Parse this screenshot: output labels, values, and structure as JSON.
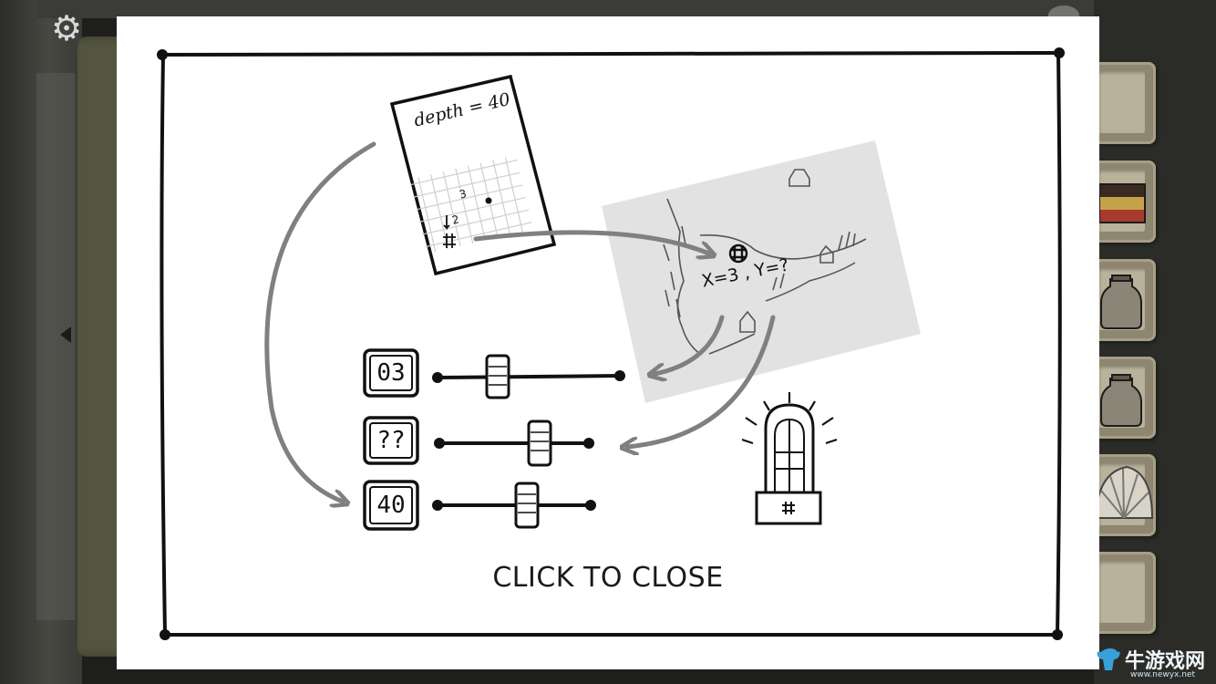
{
  "dialog": {
    "close_label": "CLICK TO CLOSE"
  },
  "note": {
    "header": "depth = 40",
    "grid_x_mark": "3",
    "grid_y_mark": "2"
  },
  "map": {
    "formula": "X=3 , Y=?"
  },
  "dials": [
    {
      "display": "03",
      "knob_fraction": 0.34
    },
    {
      "display": "??",
      "knob_fraction": 0.68
    },
    {
      "display": "40",
      "knob_fraction": 0.55
    }
  ],
  "watermark": {
    "brand": "牛游戏网",
    "url": "www.newyx.net"
  },
  "icons": {
    "settings": "gear-icon",
    "back": "left-arrow-icon"
  },
  "colors": {
    "dialog_bg": "#ffffff",
    "ink": "#111111",
    "arrow_gray": "#808080",
    "slot_frame": "#8e8670",
    "map_paper": "#e2e2e2"
  }
}
